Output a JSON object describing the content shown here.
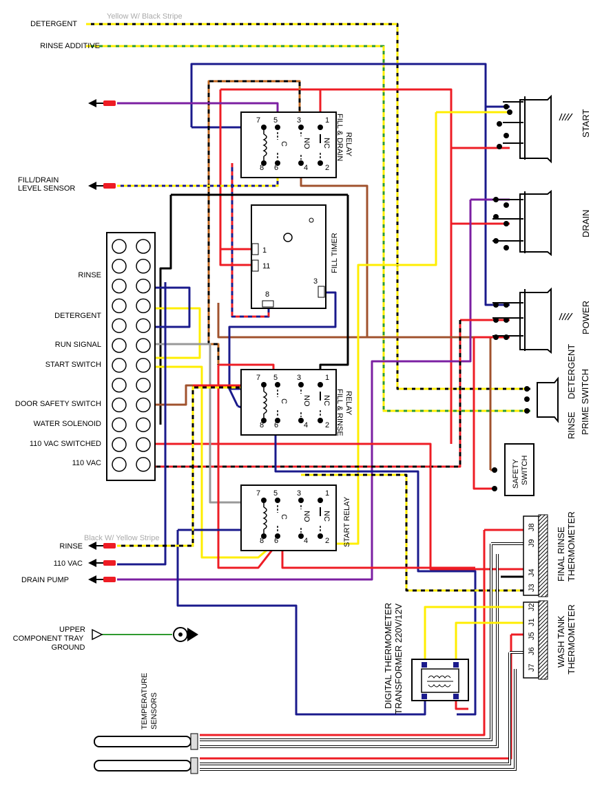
{
  "wire_legend": {
    "detergent_wire": "Yellow W/ Black Stripe",
    "rinse_wire": "Black W/ Yellow Stripe"
  },
  "left_labels": {
    "detergent": "DETERGENT",
    "rinse_additive": "RINSE ADDITIVE",
    "fill_drain_sensor_1": "FILL/DRAIN",
    "fill_drain_sensor_2": "LEVEL SENSOR",
    "rinse": "RINSE",
    "vac110": "110 VAC",
    "drain_pump": "DRAIN PUMP",
    "ground_1": "UPPER",
    "ground_2": "COMPONENT TRAY",
    "ground_3": "GROUND",
    "temp_1": "TEMPERATURE",
    "temp_2": "SENSORS"
  },
  "terminal_block": {
    "labels": [
      "RINSE",
      "DETERGENT",
      "RUN SIGNAL",
      "START SWITCH",
      "DOOR SAFETY SWITCH",
      "WATER SOLENOID",
      "110 VAC SWITCHED",
      "110 VAC"
    ]
  },
  "relays": {
    "fill_drain": {
      "line1": "FILL & DRAIN",
      "line2": "RELAY"
    },
    "fill_rinse": {
      "line1": "FILL & RINSE",
      "line2": "RELAY"
    },
    "start": {
      "line1": "START RELAY"
    },
    "pins": {
      "p1": "1",
      "p2": "2",
      "p3": "3",
      "p4": "4",
      "p5": "5",
      "p6": "6",
      "p7": "7",
      "p8": "8",
      "nc": "NC",
      "no": "NO",
      "c": "C"
    }
  },
  "fill_timer": {
    "label": "FILL TIMER",
    "pin1": "1",
    "pin11": "11",
    "pin8": "8",
    "pin3": "3"
  },
  "switches": {
    "start": "START",
    "drain": "DRAIN",
    "power": "POWER",
    "detergent_1": "DETERGENT",
    "detergent_2": "PRIME SWITCH",
    "rinse": "RINSE",
    "safety_1": "SAFETY",
    "safety_2": "SWITCH"
  },
  "thermometers": {
    "final_1": "FINAL RINSE",
    "final_2": "THERMOMETER",
    "wash_1": "WASH TANK",
    "wash_2": "THERMOMETER",
    "pins_top": [
      "J8",
      "J9",
      "J4",
      "J3"
    ],
    "pins_bottom": [
      "J2",
      "J1",
      "J5",
      "J6",
      "J7"
    ]
  },
  "transformer": {
    "line1": "DIGITAL THERMOMETER",
    "line2": "TRANSFORMER 220V/12V"
  },
  "colors": {
    "red": "#ee1c24",
    "blue": "#1a1a8c",
    "purple": "#7b1fa2",
    "yellow": "#ffee00",
    "orange": "#c0661e",
    "green": "#2e9a2e",
    "gray": "#999999",
    "black": "#000000"
  }
}
